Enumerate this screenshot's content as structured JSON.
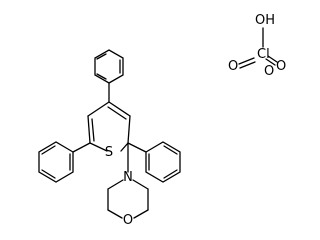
{
  "diagram": {
    "atoms": {
      "sulfur": "S",
      "nitrogen": "N",
      "oxygen_morpholine": "O",
      "chlorine": "Cl",
      "hydroxyl": "OH",
      "oxygen_left": "O",
      "oxygen_right": "O",
      "oxygen_bottom": "O"
    },
    "colors": {
      "line": "#000000",
      "background": "#ffffff"
    }
  }
}
